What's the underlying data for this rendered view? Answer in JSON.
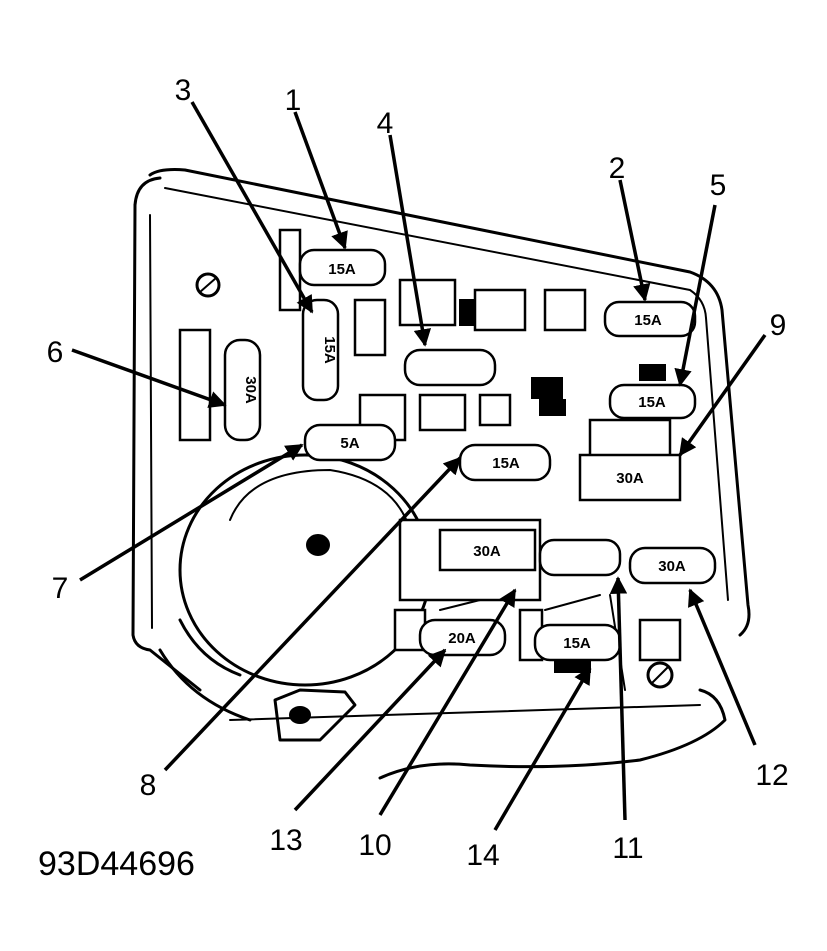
{
  "figure_id": "93D44696",
  "callouts": [
    "1",
    "2",
    "3",
    "4",
    "5",
    "6",
    "7",
    "8",
    "9",
    "10",
    "11",
    "12",
    "13",
    "14"
  ],
  "fuses": {
    "f1": "15A",
    "f2": "15A",
    "f3": "15A",
    "f5": "15A",
    "f6": "30A",
    "f7": "5A",
    "f8": "15A",
    "f9": "30A",
    "f10": "30A",
    "f12": "30A",
    "f13": "20A",
    "f14": "15A"
  }
}
